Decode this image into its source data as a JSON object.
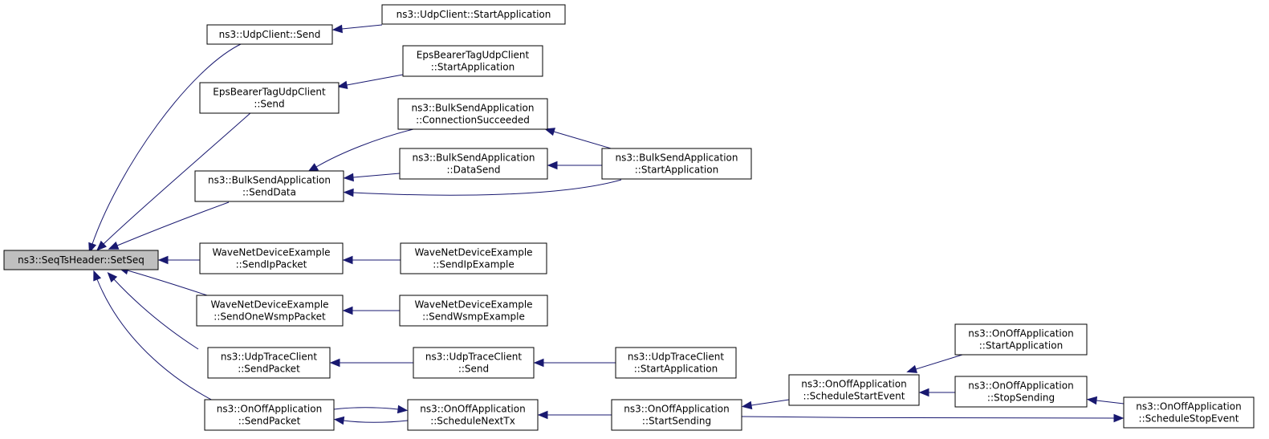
{
  "nodes": {
    "root": [
      "ns3::SeqTsHeader::SetSeq"
    ],
    "udpclient_send": [
      "ns3::UdpClient::Send"
    ],
    "udpclient_start": [
      "ns3::UdpClient::StartApplication"
    ],
    "eps_send": [
      "EpsBearerTagUdpClient",
      "::Send"
    ],
    "eps_start": [
      "EpsBearerTagUdpClient",
      "::StartApplication"
    ],
    "bulk_senddata": [
      "ns3::BulkSendApplication",
      "::SendData"
    ],
    "bulk_conn": [
      "ns3::BulkSendApplication",
      "::ConnectionSucceeded"
    ],
    "bulk_datasend": [
      "ns3::BulkSendApplication",
      "::DataSend"
    ],
    "bulk_start": [
      "ns3::BulkSendApplication",
      "::StartApplication"
    ],
    "wave_sendip": [
      "WaveNetDeviceExample",
      "::SendIpPacket"
    ],
    "wave_ipex": [
      "WaveNetDeviceExample",
      "::SendIpExample"
    ],
    "wave_wsmp": [
      "WaveNetDeviceExample",
      "::SendOneWsmpPacket"
    ],
    "wave_wsmpex": [
      "WaveNetDeviceExample",
      "::SendWsmpExample"
    ],
    "udptrace_sendpacket": [
      "ns3::UdpTraceClient",
      "::SendPacket"
    ],
    "udptrace_send": [
      "ns3::UdpTraceClient",
      "::Send"
    ],
    "udptrace_start": [
      "ns3::UdpTraceClient",
      "::StartApplication"
    ],
    "onoff_sendpacket": [
      "ns3::OnOffApplication",
      "::SendPacket"
    ],
    "onoff_nexttx": [
      "ns3::OnOffApplication",
      "::ScheduleNextTx"
    ],
    "onoff_startsending": [
      "ns3::OnOffApplication",
      "::StartSending"
    ],
    "onoff_schedstart": [
      "ns3::OnOffApplication",
      "::ScheduleStartEvent"
    ],
    "onoff_startapp": [
      "ns3::OnOffApplication",
      "::StartApplication"
    ],
    "onoff_stopsending": [
      "ns3::OnOffApplication",
      "::StopSending"
    ],
    "onoff_schedstop": [
      "ns3::OnOffApplication",
      "::ScheduleStopEvent"
    ]
  },
  "edges": [
    [
      "udpclient_send",
      "root"
    ],
    [
      "udpclient_start",
      "udpclient_send"
    ],
    [
      "eps_send",
      "root"
    ],
    [
      "eps_start",
      "eps_send"
    ],
    [
      "bulk_senddata",
      "root"
    ],
    [
      "bulk_conn",
      "bulk_senddata"
    ],
    [
      "bulk_datasend",
      "bulk_senddata"
    ],
    [
      "bulk_start",
      "bulk_senddata"
    ],
    [
      "bulk_start",
      "bulk_conn"
    ],
    [
      "bulk_start",
      "bulk_datasend"
    ],
    [
      "wave_sendip",
      "root"
    ],
    [
      "wave_ipex",
      "wave_sendip"
    ],
    [
      "wave_wsmp",
      "root"
    ],
    [
      "wave_wsmpex",
      "wave_wsmp"
    ],
    [
      "udptrace_sendpacket",
      "root"
    ],
    [
      "udptrace_send",
      "udptrace_sendpacket"
    ],
    [
      "udptrace_start",
      "udptrace_send"
    ],
    [
      "onoff_sendpacket",
      "root"
    ],
    [
      "onoff_nexttx",
      "onoff_sendpacket"
    ],
    [
      "onoff_sendpacket",
      "onoff_nexttx"
    ],
    [
      "onoff_startsending",
      "onoff_nexttx"
    ],
    [
      "onoff_schedstart",
      "onoff_startsending"
    ],
    [
      "onoff_startapp",
      "onoff_schedstart"
    ],
    [
      "onoff_stopsending",
      "onoff_schedstart"
    ],
    [
      "onoff_schedstop",
      "onoff_stopsending"
    ],
    [
      "onoff_startsending",
      "onoff_schedstop"
    ]
  ],
  "colors": {
    "edge": "#191970",
    "root_fill": "#bfbfbf",
    "node_fill": "#ffffff",
    "node_border": "#000000"
  }
}
